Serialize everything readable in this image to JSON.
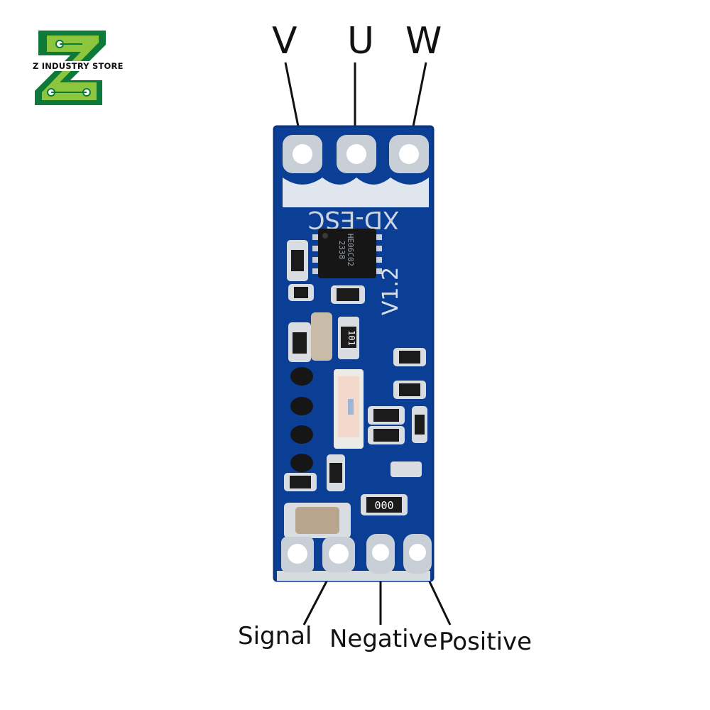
{
  "logo": {
    "store_name": "Z INDUSTRY STORE",
    "letter": "Z",
    "colors": {
      "dark": "#0e7a3a",
      "light": "#8cc63f"
    }
  },
  "top_pins": {
    "v": "V",
    "u": "U",
    "w": "W"
  },
  "bottom_pins": {
    "signal": "Signal",
    "negative": "Negative",
    "positive": "Positive"
  },
  "board": {
    "silkscreen_model": "XD-ESC",
    "version": "V1.2",
    "chip_label_1": "HE06C02",
    "chip_label_2": "2338",
    "resistor_1": "101",
    "resistor_2": "000",
    "colors": {
      "pcb": "#0b3f96",
      "pcb_dark": "#072f73",
      "pad": "#c8cfd6",
      "solder": "#e8ecef"
    }
  }
}
